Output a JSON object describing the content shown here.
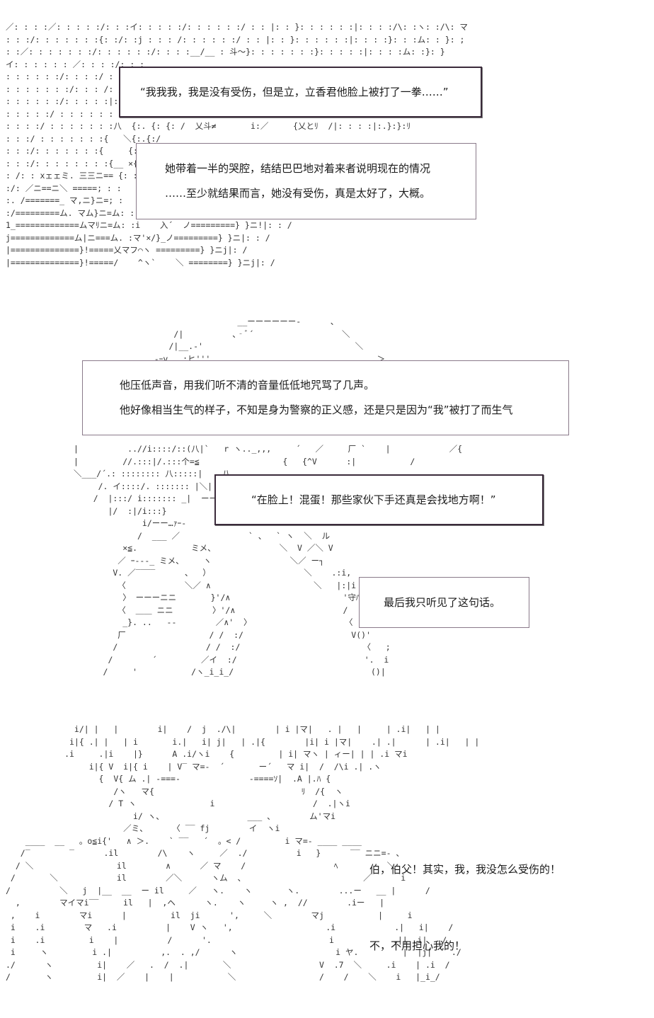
{
  "panel1": {
    "art": "／: : : :／: : : : :/: : :イ: : : : :/: : : : : :/ : : |: : }: : : : : :|: : : :/\\: :ヽ: :/\\: マ\n: : :/: : : : : : :{: :/: :j : : : /: : : : : :/ : : |: : }: : : : : :|: : : :}: : :ム: : }: ;\n: :／: : : : : : :/: : : : : :/: : : :__/__ : 斗〜}: : : : : : :}: : : : :|: : : :ム: :}: }\nイ: : : : : : ／: : : :/: : :\n: : : : : :/: : : :/ : :／ {:\n: : : : : : :/: : : /: /: ／ : {:\n: : : : : :/: : : : :|: :/: /{:\n: : : : :/ : : : : : : f ヽ{:\n: : : :/ : : : : : : :八  {:. {: {: /  乂斗≠       i:／     {乂とﾘ  /|: : : :|:.}:}:ﾘ\n: : :/ : : : : : : :{   ＼{:.{:/\n: : :/: : : : : : :{     {: : : \n: : :/: : : : : : : :{__ ×{: : : \n: /: : xェェミ. 三三ニ== {: : : \n:/: ／ニ==ニ＼ =====; : : \n:. /=======_ マ,ニ}ニ=; :\n:/=========ム. マム}ニ=ム: : \n1_=============ムマﾘニ=ム: :i    入´  ノ=========} }ニ!|: : /\nj=============ム|ニ===ム. :マ'×/}_ノ=========} }ニ|: : /\n|==============}!=====乂マフ⌒ヽ =========} }ニj|: /\n|==============}!=====/    ^ヽ`    ＼ ========} }ニj|: /",
    "speech": "“我我我，我是没有受伤，但是立，立香君他脸上被打了一拳……”",
    "narration": [
      "她带着一半的哭腔，结结巴巴地对着来者说明现在的情况",
      "……至少就结果而言，她没有受伤，真是太好了，大概。"
    ]
  },
  "panel2": {
    "art_top": "                                  __ーーーーーー-      、\n                     /|          ､‐ﾞ´                  ＼\n                    /|__.‐'                               ＼\n           _ ..  ‐ｰv...:ヒ'''                                  ＞､､",
    "narration": [
      "他压低声音，用我们听不清的音量低低地咒骂了几声。",
      "他好像相当生气的样子，不知是身为警察的正义感，还是只是因为“我”被打了而生气"
    ],
    "art_bottom": "|          ..//i::::/::(八|`   r ヽ.._,,,     ´   ／     厂 `    |            ／{\n|         //.:::|/.:::个=≦                 {   {^V      :|           /\n＼___/´.: :::::::: 八:::::|    八\n     /. イ::::/. ::::::: |＼|    ＼\n    /  |:::/ i::::::: _|  ーーーー\n       |/  :|/i:::}\n              i/ーー…ｧｰ-      .\n             /  ___ ／              ` 、  ` ヽ  ＼  ル\n          ×≦.           ミメ、             ＼  V ／＼ V\n         ／ ｰ‐‐‐_ ミメ、    ヽ                ＼／ ー┐\n        V. ／‾‾‾‾      、  ）                   ＼    .:i,\n         〈            ＼／ ∧                     ＼   |:|i\n          〉 ーーーニニ       }'/∧                       '守ﾊ\n         〈  ＿＿ ニニ        〉'/∧                      /   '\n          _}. ..   -‐        ／∧'  〉                   〈     .\n         厂                 / /  :/                      V()'\n        /                  / /  :/                         〈   ;\n       /        ´         ／イ  :/                          '.  i\n      /     '           /ヽ_i_i_/                            ()|",
    "speech": "“在脸上！混蛋！那些家伙下手还真是会找地方啊！”",
    "small_narration": "最后我只听见了这句话。"
  },
  "panel3": {
    "art": "              i/| |   |        i|    /  j  ./\\|        | i |マ|   . |   |     | .i|   | |\n             i|{ .| |   | i       i.|   i| j|   | .|{        |i| i |マ|    .| .|      | .i|   | |\n            .i     .|i    |}      A .i/ヽi    {         | i| マヽ | ィー| | | .i マi\n                 i|{ V  i|{ i    | V‾ マ=-  ´       ー´   マ i|  /  /\\i .| .ヽ\n                   {  V{ ム .| -===-              -====ｿ|  .A |.ﾊ {\n                      /ヽ   マ{                              ﾘ  /{  ヽ\n                     / T ヽ               i                    /  .|ヽi\n                          i/ ヽ、                 ___ 、       ム'マi\n                        ／ミ、     〈 ‾‾ fj        イ  ヽi\n    ____  __   。o≦i{'   ∧ ＞.    ` ‾‾   ´  。< /         i マ=- ____ ____\n   /‾        ‾      .il        /\\    ヽ     ／  ./          i   }      ‾‾ ニニ=- 、\n  / ＼                 il        ∧      ／ マ    /                  ﾍ          ＼\n /       ＼            il        ／＼      ヽム  、                        ／      i\n/          ＼   j  |__  __  ー il     ／   ヽ.    ヽ       ヽ.        ...ー   __ |      /\n  ,        マイマi‾‾     il   |  ,ヘ      ヽ.    ヽ     ヽ ,  //        .iー   |\n ,    i        マi      |         il  ji      ',     ＼        マj           |     i\n i    .i        マ   .i          |    V ヽ   ',                   .i            .|   i|    /\n i    .i         i    |          /      '.                        i            .|| .i|   /\n i     ヽ         i .|          ,.  . ,/      ヽ                    i ヤ.         |  |j|    ./\n./      ヽ         i|    ／   .  /  .|       ＼                  V  .7  ＼     .i    | .i  /\n/       ヽ         i|  ／    |    |           ＼                 /    /    ＼    i   |_i_/",
    "dialogue": [
      "伯，伯父！其实，我，我没怎么受伤的！",
      "不，不用担心我的！"
    ]
  }
}
